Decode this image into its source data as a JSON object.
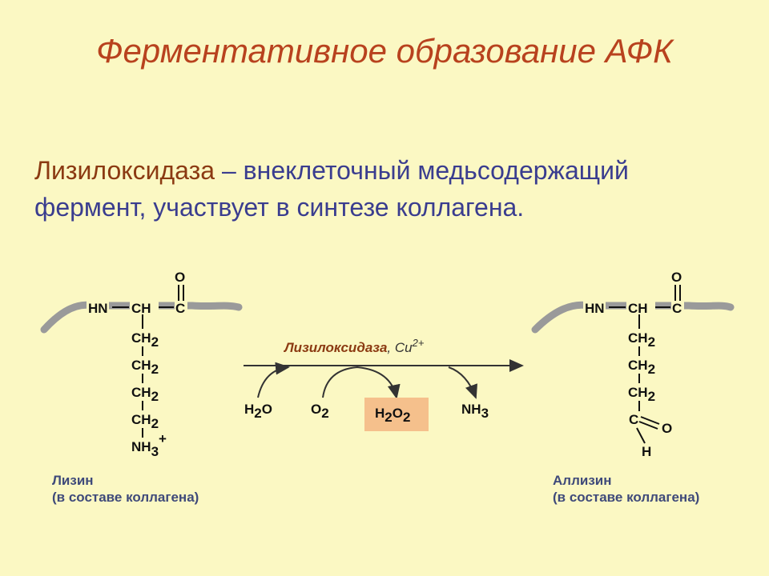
{
  "slide": {
    "title": "Ферментативное образование АФК",
    "description_term": "Лизилоксидаза",
    "description_rest": " – внеклеточный медьсодержащий фермент, участвует в синтезе коллагена."
  },
  "reaction": {
    "enzyme_name": "Лизилоксидаза",
    "cofactor": ", Cu",
    "cofactor_charge": "2+",
    "reactant_water": {
      "main": "H",
      "sub": "2",
      "tail": "O"
    },
    "reactant_oxygen": {
      "main": "O",
      "sub": "2"
    },
    "product_peroxide": {
      "a": "H",
      "a_sub": "2",
      "b": "O",
      "b_sub": "2"
    },
    "product_ammonia": {
      "main": "NH",
      "sub": "3"
    }
  },
  "lysine": {
    "backbone_hn": "HN",
    "backbone_ch": "CH",
    "backbone_c": "C",
    "carbonyl_o": "O",
    "chain_ch": "CH",
    "chain_sub": "2",
    "amine": "NH",
    "amine_sub": "3",
    "amine_charge": "+",
    "caption_name": "Лизин",
    "caption_note": "(в составе коллагена)"
  },
  "allysine": {
    "backbone_hn": "HN",
    "backbone_ch": "CH",
    "backbone_c": "C",
    "carbonyl_o": "O",
    "chain_ch": "CH",
    "chain_sub": "2",
    "aldehyde_c": "C",
    "aldehyde_o": "O",
    "aldehyde_h": "H",
    "caption_name": "Аллизин",
    "caption_note": "(в составе коллагена)"
  },
  "colors": {
    "background": "#fbf8c3",
    "title": "#b8421e",
    "text": "#3a3d8f",
    "enzyme": "#8b3a12",
    "caption": "#3f4a7a",
    "peroxide_box": "#f5c08c",
    "backbone": "#9a9a9a"
  }
}
